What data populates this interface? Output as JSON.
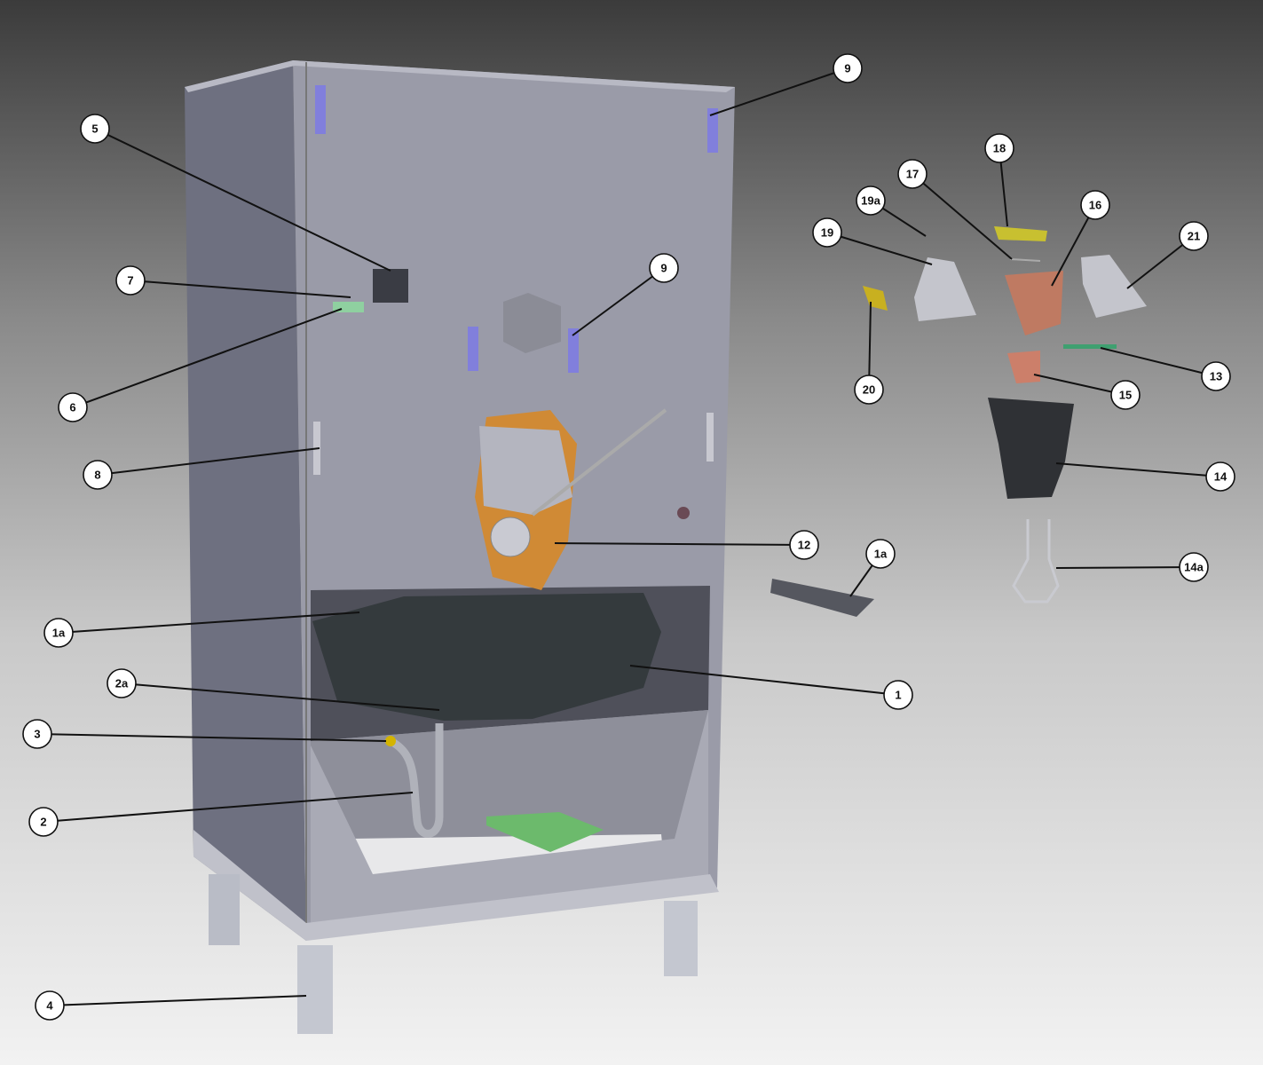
{
  "diagram": {
    "type": "exploded-parts-view",
    "callouts": {
      "c1": "1",
      "c1a_left": "1a",
      "c1a_right": "1a",
      "c2": "2",
      "c2a": "2a",
      "c3": "3",
      "c4": "4",
      "c5": "5",
      "c6": "6",
      "c7": "7",
      "c8": "8",
      "c9_top": "9",
      "c9_mid": "9",
      "c12": "12",
      "c13": "13",
      "c14": "14",
      "c14a": "14a",
      "c15": "15",
      "c16": "16",
      "c17": "17",
      "c18": "18",
      "c19": "19",
      "c19a": "19a",
      "c20": "20",
      "c21": "21"
    }
  }
}
